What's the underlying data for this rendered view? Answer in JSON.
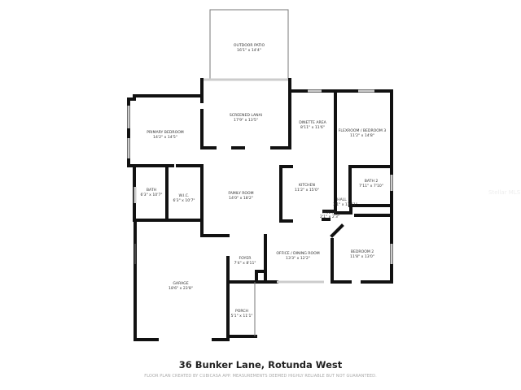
{
  "rooms": [
    {
      "name": "OUTDOOR PATIO",
      "dims": "16'1\" x 14'4\""
    },
    {
      "name": "SCREENED LANAI",
      "dims": "17'9\" x 13'5\""
    },
    {
      "name": "PRIMARY BEDROOM",
      "dims": "14'2\" x 14'5\""
    },
    {
      "name": "DINETTE AREA",
      "dims": "8'11\" x 11'6\""
    },
    {
      "name": "FLEXROOM / BEDROOM 3",
      "dims": "11'2\" x 14'8\""
    },
    {
      "name": "BATH",
      "dims": "6'3\" x 10'7\""
    },
    {
      "name": "W.I.C.",
      "dims": "6'3\" x 10'7\""
    },
    {
      "name": "FAMILY ROOM",
      "dims": "14'0\" x 18'2\""
    },
    {
      "name": "KITCHEN",
      "dims": "11'2\" x 15'0\""
    },
    {
      "name": "BATH 2",
      "dims": "7'11\" x 7'10\""
    },
    {
      "name": "HALL",
      "dims": "3'1\" x 13'11\""
    },
    {
      "name": "PANTRY",
      "dims": "2'1\" x 2'3\""
    },
    {
      "name": "GARAGE",
      "dims": "18'6\" x 23'8\""
    },
    {
      "name": "FOYER",
      "dims": "7'4\" x 8'11\""
    },
    {
      "name": "OFFICE / DINING ROOM",
      "dims": "13'3\" x 12'2\""
    },
    {
      "name": "BEDROOM 2",
      "dims": "11'8\" x 13'0\""
    },
    {
      "name": "PORCH",
      "dims": "5'1\" x 11'1\""
    }
  ],
  "address": "36 Bunker Lane, Rotunda West",
  "disclaimer": "FLOOR PLAN CREATED BY CUBICASA APP. MEASUREMENTS DEEMED HIGHLY RELIABLE BUT NOT GUARANTEED.",
  "watermark": "Stellar MLS"
}
